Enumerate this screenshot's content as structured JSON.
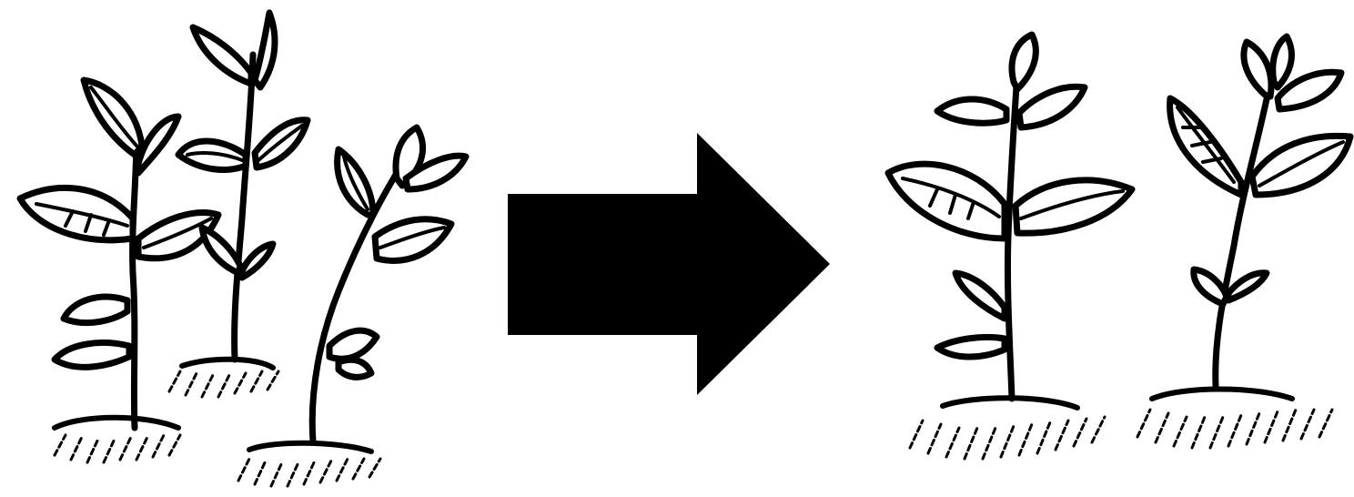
{
  "figure": {
    "left_panel": {
      "plants": [
        {
          "id": "crowded-plant-1"
        },
        {
          "id": "crowded-plant-2"
        },
        {
          "id": "crowded-plant-3"
        }
      ]
    },
    "right_panel": {
      "plants": [
        {
          "id": "spaced-plant-1"
        },
        {
          "id": "spaced-plant-2"
        }
      ]
    },
    "arrow": {
      "direction": "right",
      "color": "#000000"
    },
    "colors": {
      "ink": "#000000",
      "paper": "#ffffff"
    }
  }
}
